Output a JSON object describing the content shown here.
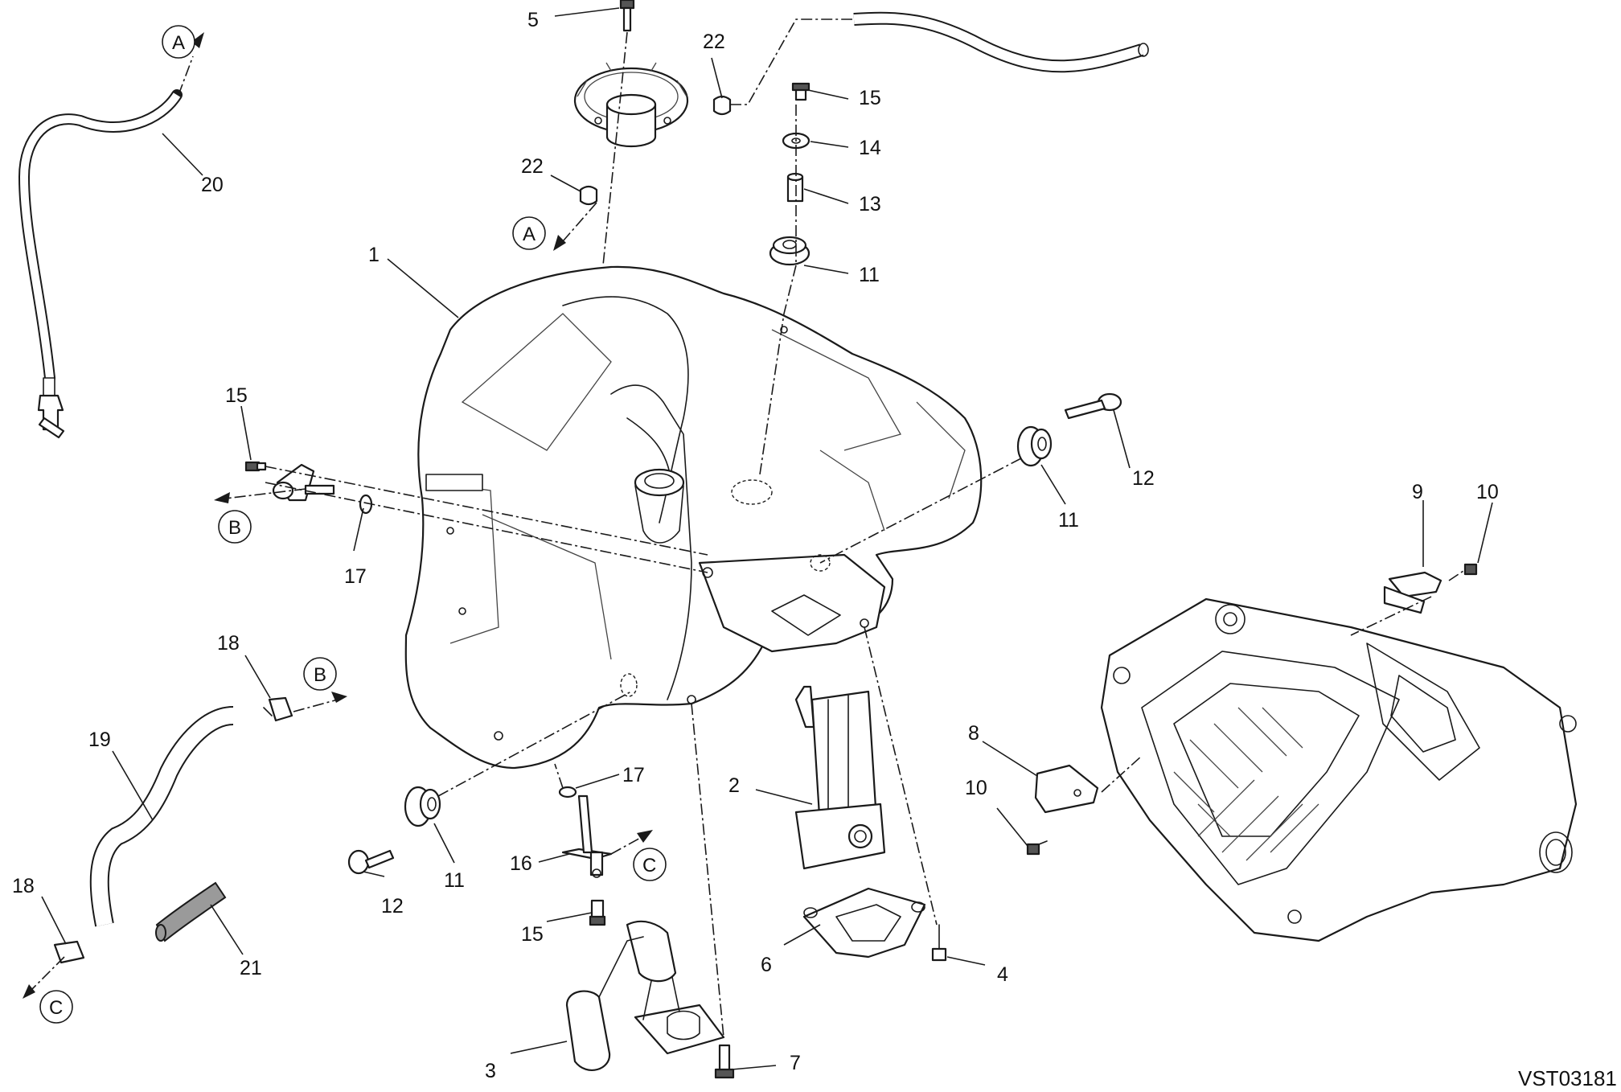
{
  "drawing_code": "VST03181",
  "callouts": {
    "c1": "1",
    "c2": "2",
    "c3": "3",
    "c4": "4",
    "c5": "5",
    "c6": "6",
    "c7": "7",
    "c8": "8",
    "c9": "9",
    "c10a": "10",
    "c10b": "10",
    "c11a": "11",
    "c11b": "11",
    "c11c": "11",
    "c12a": "12",
    "c12b": "12",
    "c13": "13",
    "c14": "14",
    "c15a": "15",
    "c15b": "15",
    "c15c": "15",
    "c16": "16",
    "c17a": "17",
    "c17b": "17",
    "c18a": "18",
    "c18b": "18",
    "c19": "19",
    "c20": "20",
    "c21": "21",
    "c22a": "22",
    "c22b": "22"
  },
  "references": {
    "a1": "A",
    "a2": "A",
    "b1": "B",
    "b2": "B",
    "k1": "C",
    "k2": "C"
  }
}
